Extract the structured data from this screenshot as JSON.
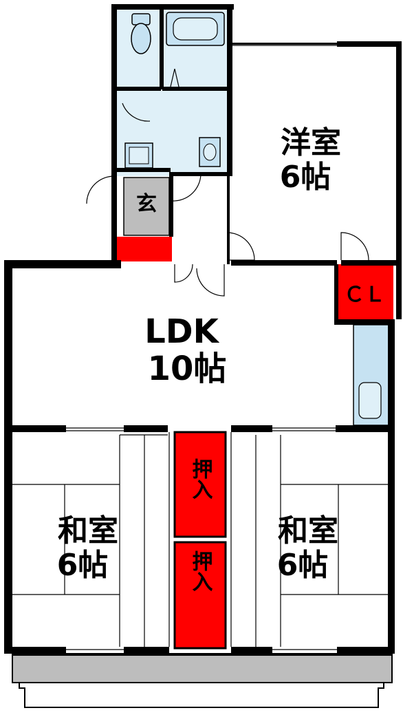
{
  "rooms": {
    "western_room": {
      "name": "洋室",
      "size": "6帖"
    },
    "ldk": {
      "name": "LDK",
      "size": "10帖"
    },
    "japanese_room_left": {
      "name": "和室",
      "size": "6帖"
    },
    "japanese_room_right": {
      "name": "和室",
      "size": "6帖"
    },
    "entrance": {
      "name": "玄"
    },
    "closet": {
      "name": "ＣＬ"
    },
    "oshiire_upper": {
      "name": "押入"
    },
    "oshiire_lower": {
      "name": "押入"
    }
  },
  "colors": {
    "wall": "#000000",
    "storage": "#ff0000",
    "wet_area": "#dff0f8",
    "fixture": "#c6e2f2",
    "entrance": "#bdbdbd",
    "balcony": "#bdbdbd"
  }
}
